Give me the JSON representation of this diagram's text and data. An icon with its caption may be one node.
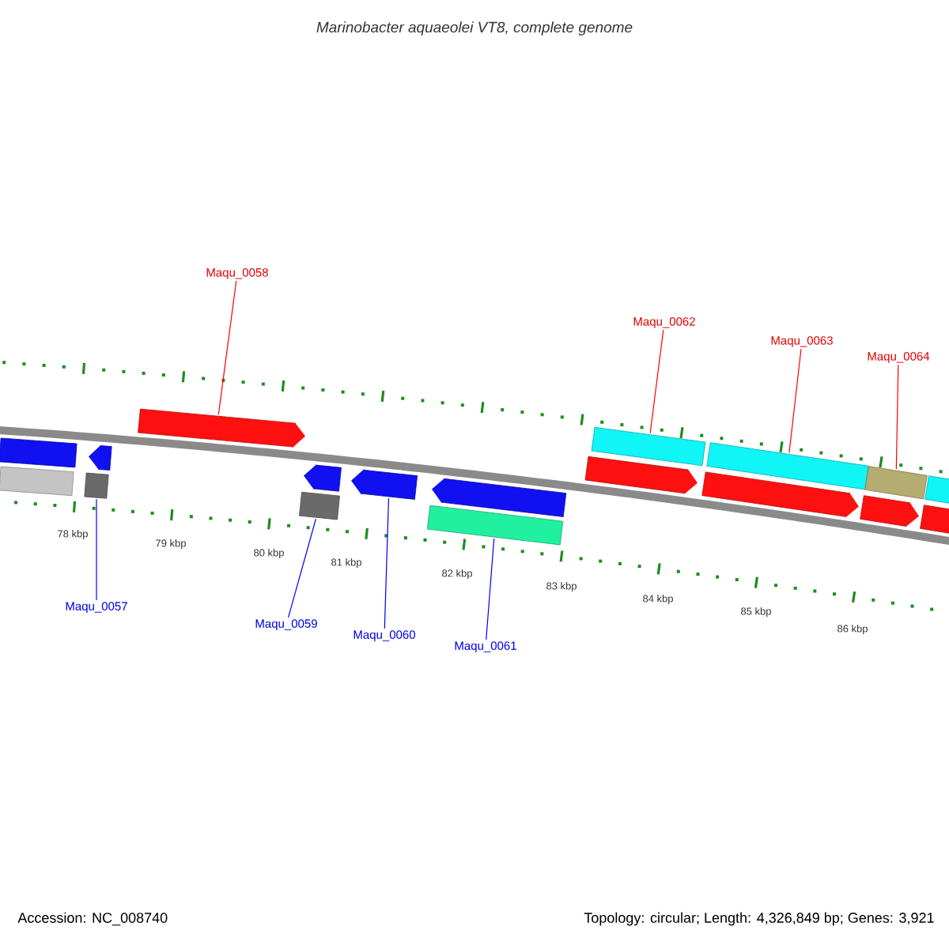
{
  "diagram": {
    "title": "Marinobacter aquaeolei VT8, complete genome",
    "nodes": [
      {
        "text": [
          "Maqu_0058"
        ]
      },
      {
        "text": [
          "Maqu_0062"
        ]
      },
      {
        "text": [
          "Maqu_0063"
        ]
      },
      {
        "text": [
          "Maqu_0064"
        ]
      },
      {
        "text": [
          "Maqu_0057"
        ]
      },
      {
        "text": [
          "Maqu_0059"
        ]
      },
      {
        "text": [
          "Maqu_0060"
        ]
      },
      {
        "text": [
          "Maqu_0061"
        ]
      },
      {
        "text": [],
        "shape": "bar"
      },
      {
        "text": [],
        "shape": "bar"
      },
      {
        "text": [],
        "shape": "bar"
      },
      {
        "text": [],
        "shape": "arrow"
      },
      {
        "text": [],
        "shape": "arrow"
      },
      {
        "text": [],
        "shape": "bar"
      },
      {
        "text": [],
        "shape": "arrow"
      },
      {
        "text": [],
        "shape": "arrow"
      },
      {
        "text": [],
        "shape": "bar"
      },
      {
        "text": [],
        "shape": "arrow"
      },
      {
        "text": [],
        "shape": "arrow"
      },
      {
        "text": [],
        "shape": "bar"
      },
      {
        "text": [],
        "shape": "arrow"
      },
      {
        "text": [],
        "shape": "bar"
      },
      {
        "text": [],
        "shape": "arrow"
      },
      {
        "text": [],
        "shape": "bar"
      },
      {
        "text": [],
        "shape": "bar"
      },
      {
        "text": [],
        "shape": "bar"
      }
    ],
    "edges": [
      {
        "from": 0,
        "to": 12,
        "arrow": "none",
        "color": "#ff0000"
      },
      {
        "from": 1,
        "to": 19,
        "arrow": "none",
        "color": "#ff0000"
      },
      {
        "from": 2,
        "to": 21,
        "arrow": "none",
        "color": "#ff0000"
      },
      {
        "from": 3,
        "to": 23,
        "arrow": "none",
        "color": "#ff0000"
      },
      {
        "from": 4,
        "to": 10,
        "arrow": "none",
        "color": "#0000ff"
      },
      {
        "from": 5,
        "to": 13,
        "arrow": "none",
        "color": "#0000ff"
      },
      {
        "from": 6,
        "to": 15,
        "arrow": "none",
        "color": "#0000ff"
      },
      {
        "from": 7,
        "to": 16,
        "arrow": "none",
        "color": "#0000ff"
      }
    ],
    "labels": [
      "78 kbp",
      "79 kbp",
      "80 kbp",
      "81 kbp",
      "82 kbp",
      "83 kbp",
      "84 kbp",
      "85 kbp",
      "86 kbp",
      "Accession: NC_008740",
      "Topology: circular; Length: 4,326,849 bp; Genes: 3,921"
    ]
  }
}
